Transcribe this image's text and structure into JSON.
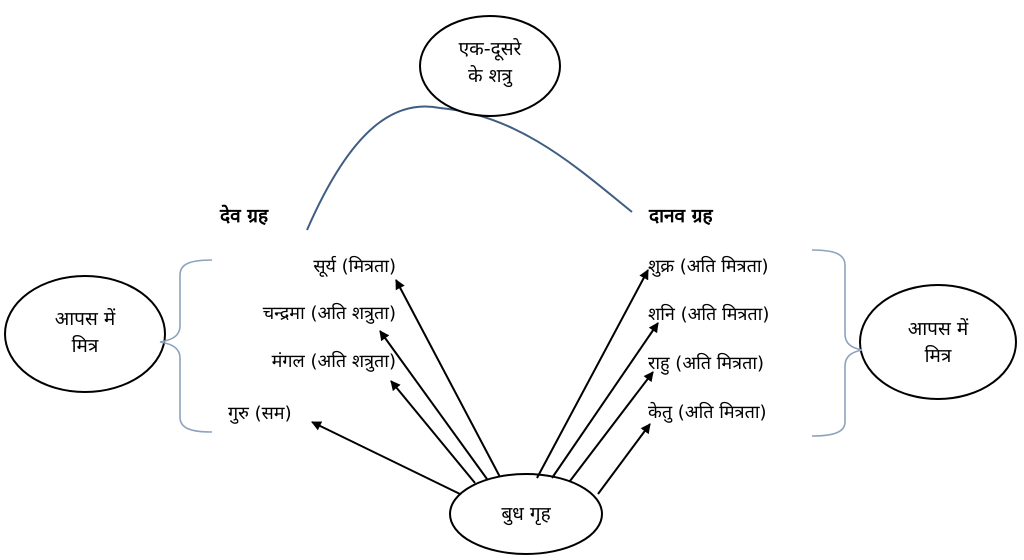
{
  "top_node": {
    "line1": "एक-दूसरे",
    "line2": "के शत्रु"
  },
  "left_group": {
    "heading": "देव ग्रह",
    "items": [
      "सूर्य (मित्रता)",
      "चन्द्रमा (अति शत्रुता)",
      "मंगल (अति शत्रुता)",
      "गुरु (सम)"
    ],
    "node": {
      "line1": "आपस में",
      "line2": "मित्र"
    }
  },
  "right_group": {
    "heading": "दानव ग्रह",
    "items": [
      "शुक्र (अति मित्रता)",
      "शनि (अति मित्रता)",
      "राहु (अति मित्रता)",
      "केतु (अति मित्रता)"
    ],
    "node": {
      "line1": "आपस में",
      "line2": "मित्र"
    }
  },
  "center_node": {
    "label": "बुध गृह"
  },
  "colors": {
    "curve": "#3f5e82",
    "brace": "#8da2bc",
    "stroke": "#000000"
  }
}
